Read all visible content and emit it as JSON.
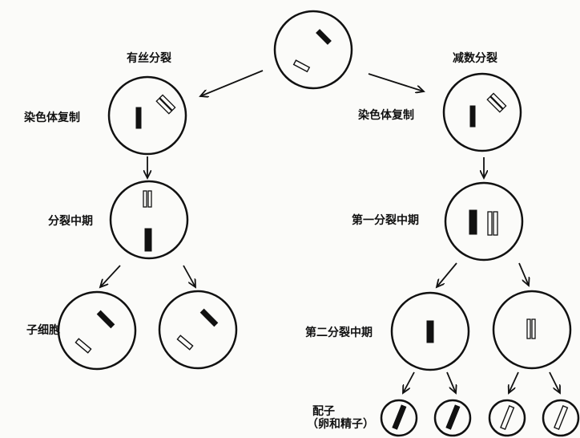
{
  "left_title": "有丝分裂",
  "right_title": "减数分裂",
  "left_steps": {
    "replication": "染色体复制",
    "metaphase": "分裂中期",
    "daughter_cells": "子细胞"
  },
  "right_steps": {
    "replication": "染色体复制",
    "metaphase_1": "第一分裂中期",
    "metaphase_2": "第二分裂中期",
    "gametes_line1": "配子",
    "gametes_line2": "（卵和精子）"
  },
  "colors": {
    "ink": "#111111",
    "background": "#fbfbf9"
  }
}
